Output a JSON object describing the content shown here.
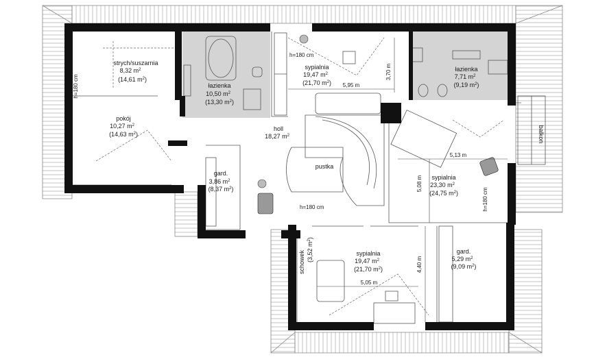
{
  "rooms": {
    "strych": {
      "name": "strych/suszarnia",
      "area": "8,32 m",
      "gross": "(14,61 m",
      "unit_sup": "2",
      "close": ")"
    },
    "lazienka1": {
      "name": "łazienka",
      "area": "10,50 m",
      "gross": "(13,30 m",
      "unit_sup": "2",
      "close": ")"
    },
    "sypialnia1": {
      "name": "sypialnia",
      "area": "19,47 m",
      "gross": "(21,70 m",
      "unit_sup": "2",
      "close": ")"
    },
    "lazienka2": {
      "name": "łazienka",
      "area": "7,71 m",
      "gross": "(9,19 m",
      "unit_sup": "2",
      "close": ")"
    },
    "pokoj": {
      "name": "pokój",
      "area": "10,27 m",
      "gross": "(14,63 m",
      "unit_sup": "2",
      "close": ")"
    },
    "holl": {
      "name": "holl",
      "area": "18,27 m",
      "unit_sup": "2"
    },
    "pustka": {
      "name": "pustka"
    },
    "gard1": {
      "name": "gard.",
      "area": "3,86 m",
      "gross": "(8,37 m",
      "unit_sup": "2",
      "close": ")"
    },
    "sypialnia2": {
      "name": "sypialnia",
      "area": "23,30 m",
      "gross": "(24,75 m",
      "unit_sup": "2",
      "close": ")"
    },
    "schowek": {
      "name": "schowek",
      "gross": "(3,52 m",
      "unit_sup": "2",
      "close": ")"
    },
    "sypialnia3": {
      "name": "sypialnia",
      "area": "19,47 m",
      "gross": "(21,70 m",
      "unit_sup": "2",
      "close": ")"
    },
    "gard2": {
      "name": "gard.",
      "area": "5,29 m",
      "gross": "(9,09 m",
      "unit_sup": "2",
      "close": ")"
    }
  },
  "dimensions": {
    "d595": "5,95 m",
    "d370": "3,70 m",
    "d513": "5,13 m",
    "d508": "5,08 m",
    "d505": "5,05 m",
    "d440": "4,40 m"
  },
  "heights": {
    "h_strych": "h=180 cm",
    "h_syp1": "h=180 cm",
    "h_gard": "h=180 cm",
    "h_syp2": "h=180 cm"
  },
  "balcony": {
    "label": "balkon"
  },
  "colors": {
    "wall": "#111111",
    "bathroom_fill": "#d2d2d2",
    "line": "#444444",
    "roof_hatch": "#999999"
  }
}
